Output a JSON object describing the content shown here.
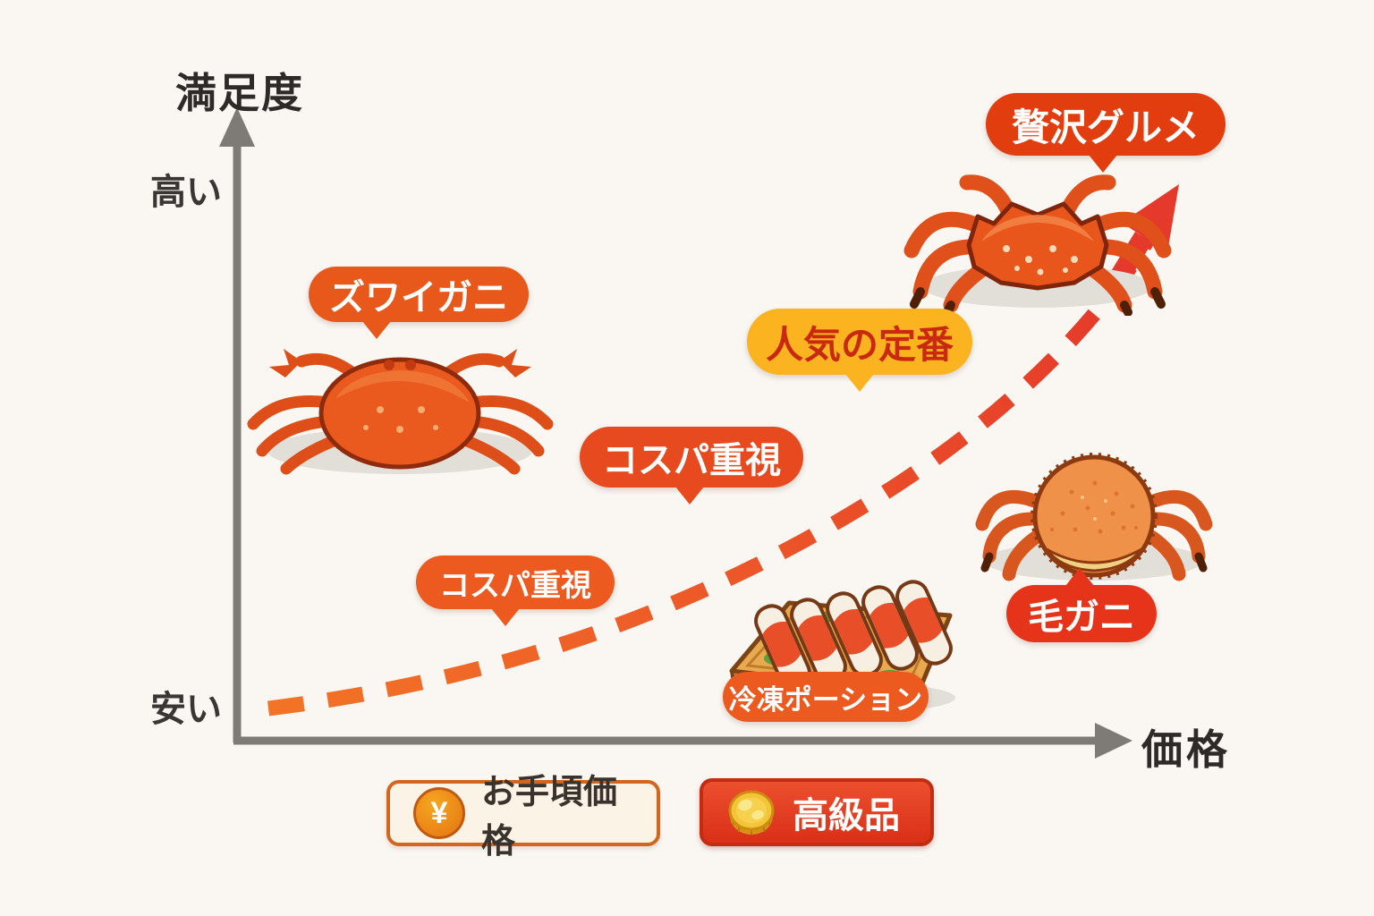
{
  "canvas": {
    "background": "#FAF7F3"
  },
  "axes": {
    "y_title": "満足度",
    "y_tick_high": "高い",
    "y_tick_low": "安い",
    "x_title": "価格",
    "axis_color": "#7E7B77",
    "label_color": "#2E2A27"
  },
  "bubbles": {
    "zuwaigani": {
      "label": "ズワイガニ",
      "bg": "#E8581B",
      "text": "#FFFFFF",
      "tail": "down"
    },
    "kosupa_main": {
      "label": "コスパ重視",
      "bg": "#E74A1E",
      "text": "#FFFFFF",
      "tail": "down"
    },
    "kosupa_small": {
      "label": "コスパ重視",
      "bg": "#EC5A20",
      "text": "#FFFFFF",
      "tail": "down"
    },
    "ninki": {
      "label": "人気の定番",
      "bg": "#FBB420",
      "text": "#C9290F",
      "tail": "down"
    },
    "zeitaku": {
      "label": "贅沢グルメ",
      "bg": "#E23D0F",
      "text": "#FFFFFF",
      "tail": "down"
    },
    "kegani": {
      "label": "毛ガニ",
      "bg": "#E6341B",
      "text": "#FFFFFF",
      "tail": "up"
    },
    "reitou": {
      "label": "冷凍ポーション",
      "bg": "#ED5A20",
      "text": "#FFFFFF",
      "tail": "none"
    }
  },
  "legend": {
    "affordable": {
      "label": "お手頃価格",
      "icon": "yen-coin",
      "symbol": "¥",
      "chip_bg": "#FBF4E6",
      "chip_border": "#D2661E",
      "text": "#3A332D"
    },
    "luxury": {
      "label": "高級品",
      "icon": "gold-coin",
      "chip_bg": "#E84427",
      "chip_border": "#C22C10",
      "text": "#FFFFFF"
    }
  },
  "trend": {
    "style": "dashed",
    "color_start": "#F37426",
    "color_end": "#E4352A",
    "arrow_color": "#E4392B",
    "direction": "up-right"
  },
  "illustrations": [
    "snow-crab",
    "king-crab",
    "hairy-crab",
    "frozen-crab-portions-on-board"
  ],
  "chart_data": {
    "type": "scatter",
    "title": "",
    "xlabel": "価格",
    "ylabel": "満足度",
    "x_ticks": [],
    "y_ticks": [
      "安い",
      "高い"
    ],
    "grid": false,
    "trend_line": {
      "shape": "accelerating curve from low-price/low-satisfaction to high-price/high-satisfaction",
      "style": "dashed",
      "arrow_end": true
    },
    "points": [
      {
        "name": "ズワイガニ",
        "illustration": "snow-crab",
        "annotation": "コスパ重視",
        "price": 0.19,
        "satisfaction": 0.57,
        "price_tier": "お手頃価格"
      },
      {
        "name": "冷凍ポーション",
        "illustration": "frozen-crab-portions-on-board",
        "annotation": "コスパ重視",
        "price": 0.69,
        "satisfaction": 0.17,
        "price_tier": "お手頃価格"
      },
      {
        "name": "毛ガニ",
        "illustration": "hairy-crab",
        "annotation": "人気の定番",
        "price": 0.95,
        "satisfaction": 0.39,
        "price_tier": "高級品"
      },
      {
        "name": "贅沢グルメ",
        "illustration": "king-crab",
        "annotation": "贅沢グルメ",
        "price": 0.91,
        "satisfaction": 0.85,
        "price_tier": "高級品"
      }
    ],
    "legend_entries": [
      "お手頃価格",
      "高級品"
    ]
  }
}
